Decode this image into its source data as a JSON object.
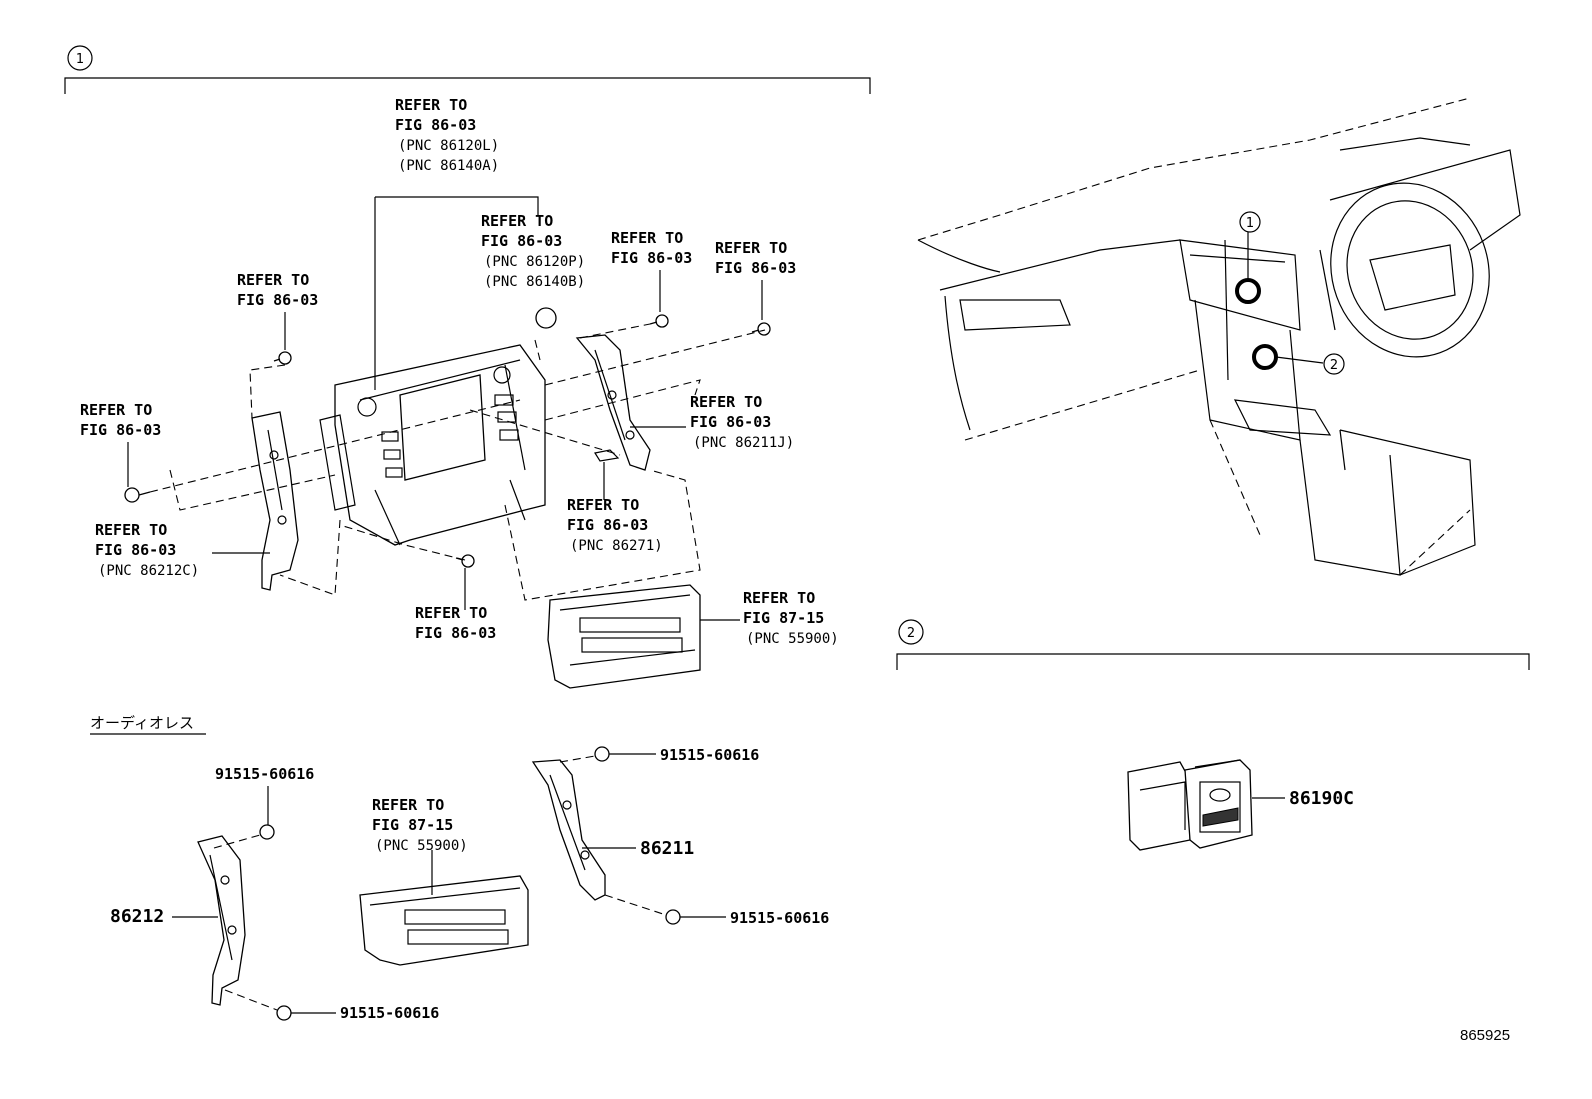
{
  "sections": {
    "s1": {
      "marker": "1"
    },
    "s2": {
      "marker": "2"
    }
  },
  "locator": {
    "marker1": "1",
    "marker2": "2"
  },
  "refs": {
    "r_top_a": [
      "REFER TO",
      "FIG 86-03",
      "(PNC 86120L)",
      "(PNC 86140A)"
    ],
    "r_top_b": [
      "REFER TO",
      "FIG 86-03",
      "(PNC 86120P)",
      "(PNC 86140B)"
    ],
    "r_screw_c": [
      "REFER TO",
      "FIG 86-03"
    ],
    "r_screw_d": [
      "REFER TO",
      "FIG 86-03"
    ],
    "r_left_e": [
      "REFER TO",
      "FIG 86-03"
    ],
    "r_left_f": [
      "REFER TO",
      "FIG 86-03"
    ],
    "r_bracket_r": [
      "REFER TO",
      "FIG 86-03",
      "(PNC 86211J)"
    ],
    "r_bracket_l": [
      "REFER TO",
      "FIG 86-03",
      "(PNC 86212C)"
    ],
    "r_label": [
      "REFER TO",
      "FIG 86-03",
      "(PNC 86271)"
    ],
    "r_screw_bot": [
      "REFER TO",
      "FIG 86-03"
    ],
    "r_ac_upper": [
      "REFER TO",
      "FIG 87-15",
      "(PNC 55900)"
    ],
    "r_ac_lower": [
      "REFER TO",
      "FIG 87-15",
      "(PNC 55900)"
    ]
  },
  "audioless_heading": "オーディオレス",
  "parts": {
    "screw_tl": "91515-60616",
    "screw_tr": "91515-60616",
    "screw_br": "91515-60616",
    "screw_bl": "91515-60616",
    "bracket_left": "86212",
    "bracket_right": "86211",
    "usb": "86190C"
  },
  "figure_id": "865925"
}
